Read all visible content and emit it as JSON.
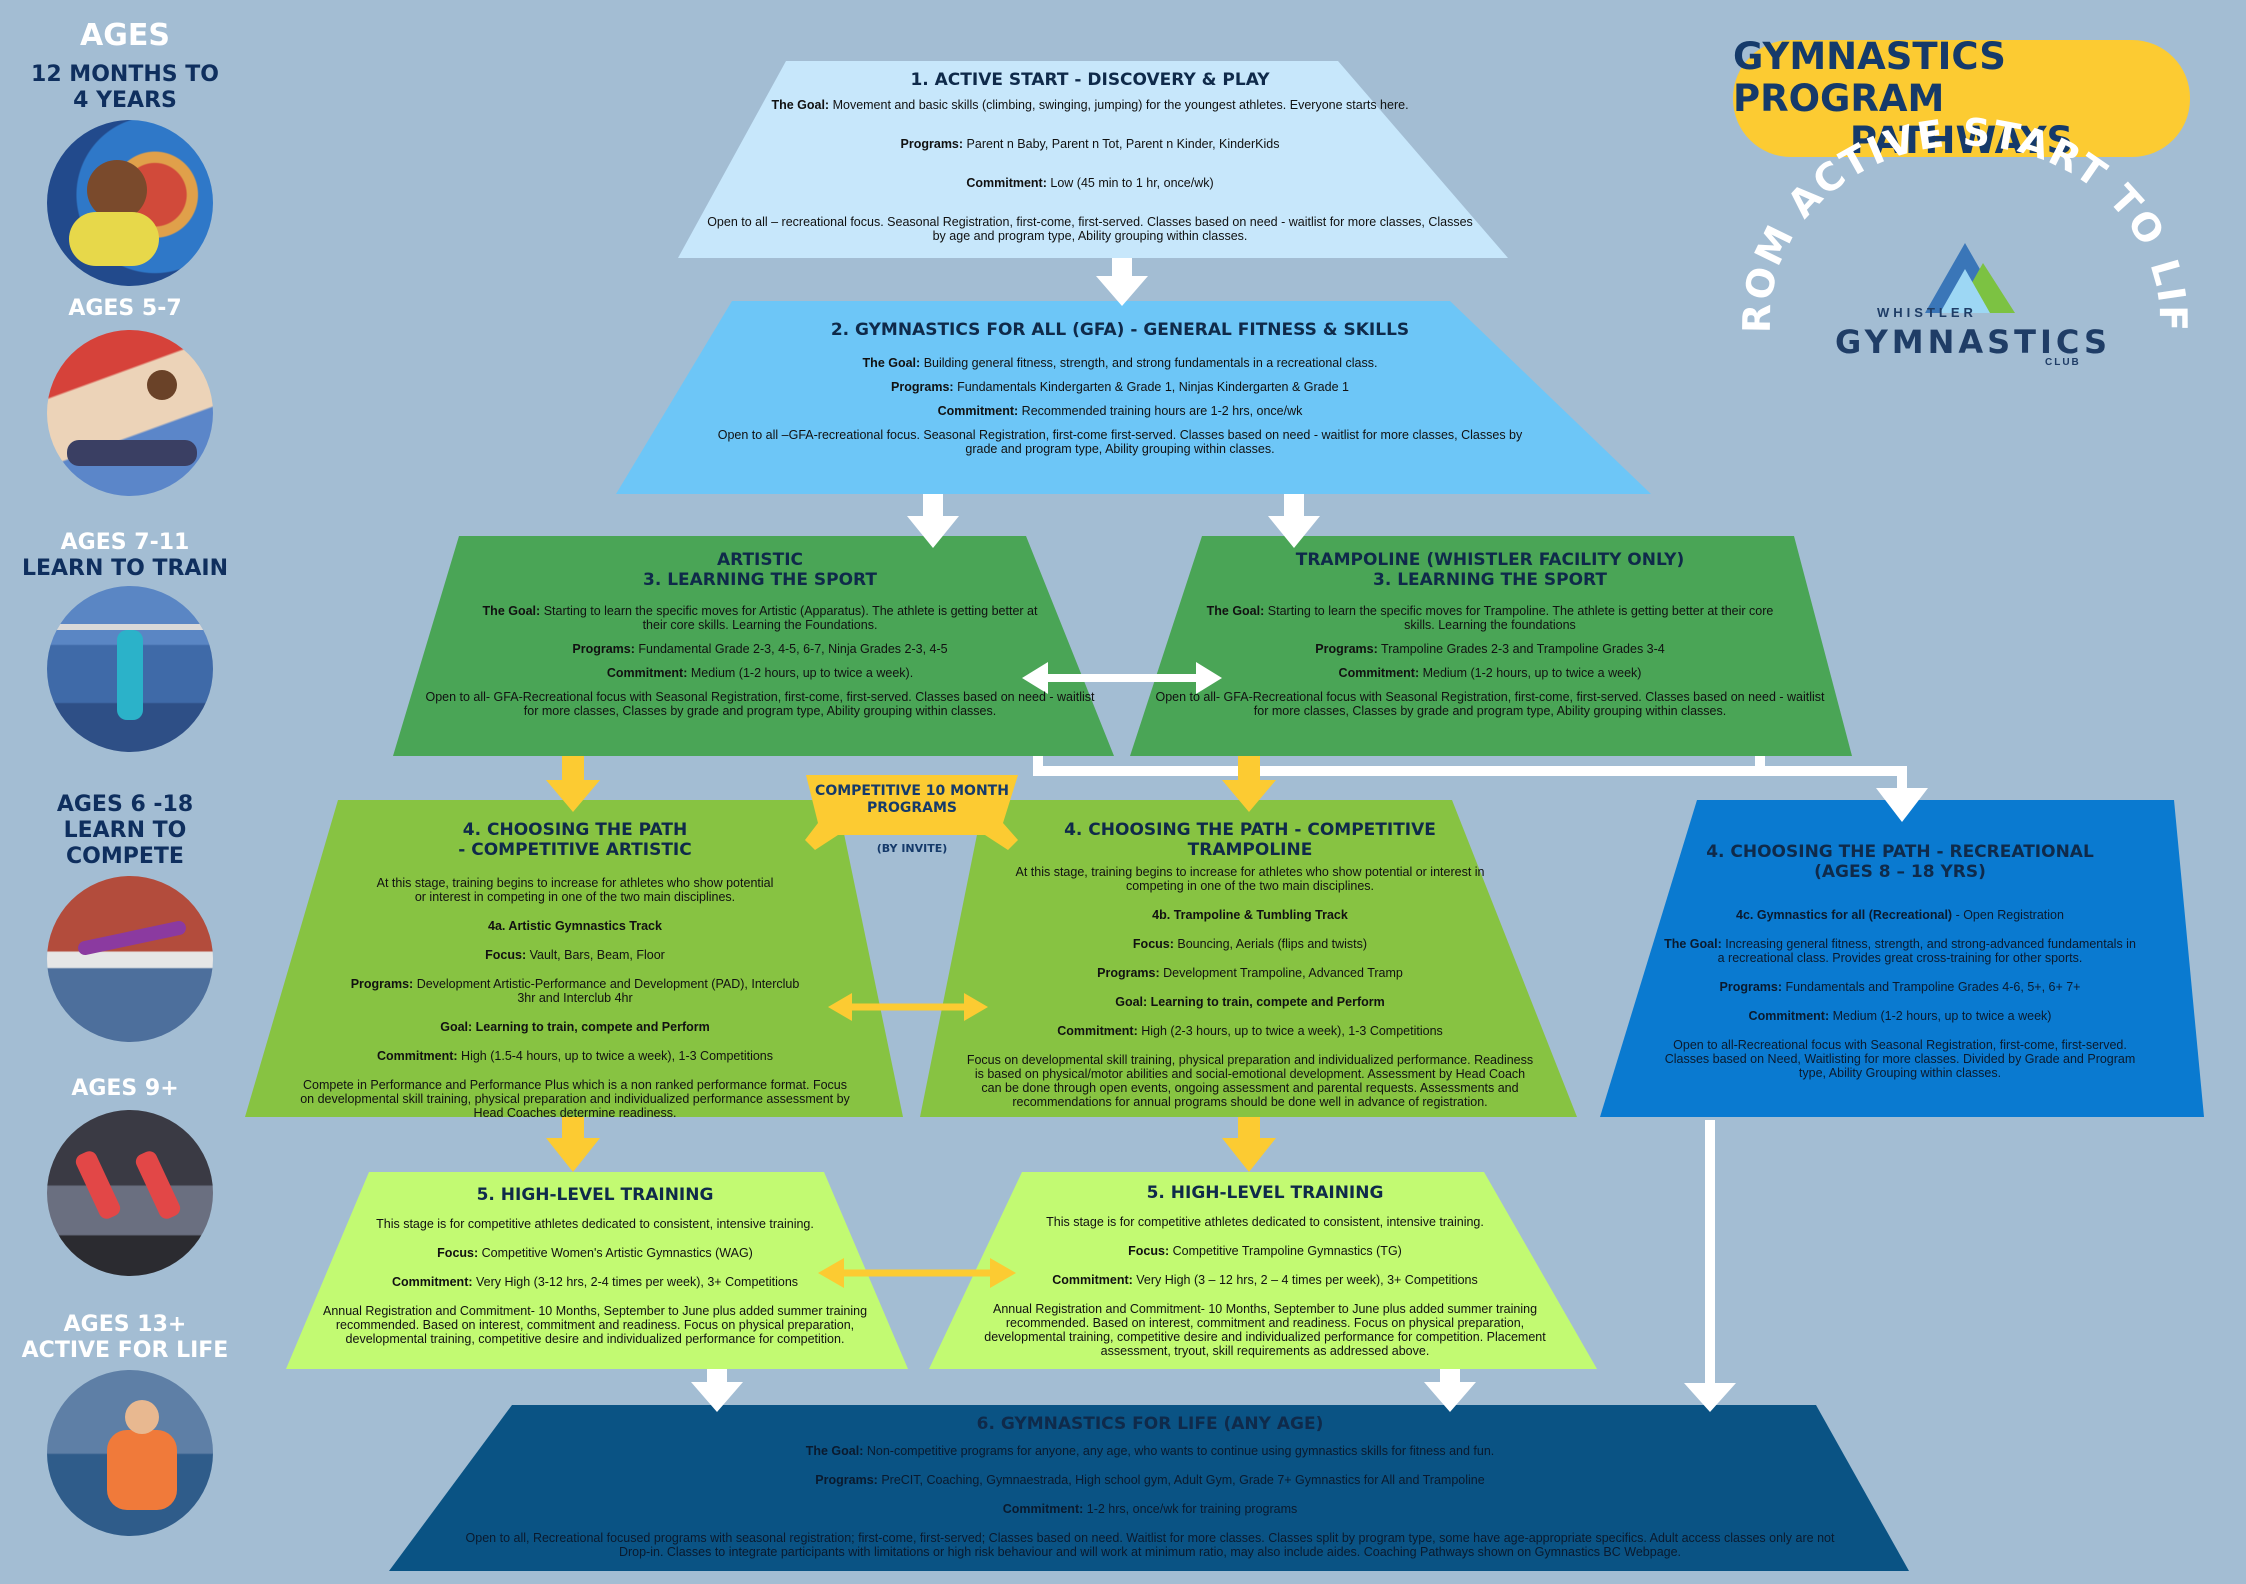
{
  "header": {
    "title_line1": "GYMNASTICS PROGRAM",
    "title_line2": "PATHWAYS",
    "arc_text": "FROM ACTIVE START TO LIFE"
  },
  "logo": {
    "small": "WHISTLER",
    "big": "GYMNASTICS",
    "sub": "CLUB"
  },
  "sidebar": {
    "heading": "AGES",
    "stages": [
      {
        "line1": "12 MONTHS TO",
        "line2": "4 YEARS",
        "photo": "toddler-in-tunnel"
      },
      {
        "line1": "AGES 5-7",
        "line2": "",
        "photo": "kids-stretching"
      },
      {
        "line1": "AGES 7-11",
        "line2": "LEARN TO TRAIN",
        "photo": "girl-on-bar"
      },
      {
        "line1": "AGES 6 -18",
        "line2": "LEARN TO",
        "line3": "COMPETE",
        "photo": "gymnast-leap"
      },
      {
        "line1": "AGES 9+",
        "line2": "",
        "photo": "trampoline-athletes"
      },
      {
        "line1": "AGES 13+",
        "line2": "ACTIVE FOR LIFE",
        "photo": "adults-class"
      }
    ]
  },
  "stage1": {
    "title": "1. ACTIVE START - DISCOVERY & PLAY",
    "goal_label": "The Goal:",
    "goal": "Movement and basic skills (climbing, swinging, jumping) for the youngest athletes. Everyone starts here.",
    "programs_label": "Programs:",
    "programs": "Parent n Baby, Parent n Tot, Parent n Kinder, KinderKids",
    "commitment_label": "Commitment:",
    "commitment": "Low (45 min to 1 hr, once/wk)",
    "notes": "Open to all – recreational focus. Seasonal Registration, first-come, first-served. Classes based on need - waitlist for more classes, Classes by age and program type, Ability grouping within classes."
  },
  "stage2": {
    "title": "2. GYMNASTICS FOR ALL (GFA) - GENERAL FITNESS & SKILLS",
    "goal_label": "The Goal:",
    "goal": "Building general fitness, strength, and strong fundamentals in a recreational class.",
    "programs_label": "Programs:",
    "programs": "Fundamentals Kindergarten & Grade 1, Ninjas Kindergarten & Grade 1",
    "commitment_label": "Commitment:",
    "commitment": "Recommended training hours are 1-2 hrs, once/wk",
    "notes": "Open to all –GFA-recreational focus. Seasonal Registration, first-come first-served. Classes based on need - waitlist for more classes, Classes by grade and program type, Ability grouping within classes."
  },
  "stage3a": {
    "title_line1": "ARTISTIC",
    "title_line2": "3. LEARNING THE SPORT",
    "goal_label": "The Goal:",
    "goal": "Starting to learn the specific moves for Artistic (Apparatus). The athlete is getting better at their core skills. Learning the Foundations.",
    "programs_label": "Programs:",
    "programs": "Fundamental Grade 2-3, 4-5, 6-7, Ninja Grades 2-3, 4-5",
    "commitment_label": "Commitment:",
    "commitment": "Medium (1-2 hours, up to twice a week).",
    "notes": "Open to all- GFA-Recreational focus with Seasonal Registration, first-come, first-served. Classes based on need - waitlist for more classes, Classes by grade and program type, Ability grouping within classes."
  },
  "stage3b": {
    "title_line1": "TRAMPOLINE (WHISTLER FACILITY ONLY)",
    "title_line2": "3. LEARNING THE SPORT",
    "goal_label": "The Goal:",
    "goal": "Starting to learn the specific moves for Trampoline. The athlete is getting better at their core skills. Learning the foundations",
    "programs_label": "Programs:",
    "programs": "Trampoline Grades 2-3 and Trampoline Grades 3-4",
    "commitment_label": "Commitment:",
    "commitment": "Medium (1-2 hours, up to twice a week)",
    "notes": "Open to all- GFA-Recreational focus with Seasonal Registration, first-come, first-served. Classes based on need - waitlist for more classes, Classes by grade and program type, Ability grouping within classes."
  },
  "competitive_badge": {
    "line1": "COMPETITIVE 10 MONTH",
    "line2": "PROGRAMS",
    "sub": "(BY INVITE)"
  },
  "stage4a": {
    "title_line1": "4. CHOOSING THE PATH",
    "title_line2": "- COMPETITIVE ARTISTIC",
    "intro": "At this stage, training begins to increase for athletes who show potential or interest in competing in one of the two main disciplines.",
    "track": "4a. Artistic Gymnastics Track",
    "focus_label": "Focus:",
    "focus": "Vault, Bars, Beam, Floor",
    "programs_label": "Programs:",
    "programs": "Development Artistic-Performance and Development (PAD), Interclub 3hr and Interclub 4hr",
    "goal": "Goal: Learning to train, compete and Perform",
    "commitment_label": "Commitment:",
    "commitment": "High (1.5-4 hours, up to twice a week), 1-3 Competitions",
    "notes": "Compete in Performance and Performance Plus which is a non ranked performance format. Focus on developmental skill training, physical preparation and individualized performance assessment by Head Coaches determine readiness."
  },
  "stage4b": {
    "title_line1": "4. CHOOSING THE PATH - COMPETITIVE",
    "title_line2": "TRAMPOLINE",
    "intro": "At this stage, training begins to increase for athletes who show potential or interest in competing in one of the two main disciplines.",
    "track": "4b. Trampoline & Tumbling Track",
    "focus_label": "Focus:",
    "focus": "Bouncing, Aerials (flips and twists)",
    "programs_label": "Programs:",
    "programs": "Development Trampoline, Advanced Tramp",
    "goal": "Goal: Learning to train, compete and Perform",
    "commitment_label": "Commitment:",
    "commitment": "High (2-3 hours, up to twice a week), 1-3 Competitions",
    "notes": "Focus on developmental skill training, physical preparation and individualized performance. Readiness is based on physical/motor abilities and social-emotional development. Assessment by Head Coach can be done through open events, ongoing assessment and parental requests. Assessments and recommendations for annual programs should be done well in advance of registration."
  },
  "stage4c": {
    "title_line1": "4. CHOOSING THE PATH - RECREATIONAL",
    "title_line2": "(AGES 8 – 18 YRS)",
    "track": "4c. Gymnastics for all (Recreational)",
    "track_suffix": " - Open Registration",
    "goal_label": "The Goal:",
    "goal": "Increasing general fitness, strength, and strong-advanced fundamentals in a recreational class. Provides great cross-training for other sports.",
    "programs_label": "Programs:",
    "programs": "Fundamentals and Trampoline Grades 4-6, 5+, 6+ 7+",
    "commitment_label": "Commitment:",
    "commitment": "Medium (1-2 hours, up to twice a week)",
    "notes": "Open to all-Recreational focus with Seasonal Registration, first-come, first-served. Classes based on Need, Waitlisting for more classes. Divided by Grade and Program type, Ability Grouping within classes."
  },
  "stage5a": {
    "title": "5. HIGH-LEVEL TRAINING",
    "intro": "This stage is for competitive athletes dedicated to consistent, intensive training.",
    "focus_label": "Focus:",
    "focus": "Competitive Women's Artistic Gymnastics (WAG)",
    "commitment_label": "Commitment:",
    "commitment": "Very High (3-12 hrs, 2-4 times per week), 3+ Competitions",
    "notes": "Annual Registration and Commitment- 10 Months, September to June plus added summer training recommended. Based on interest, commitment and readiness. Focus on physical preparation, developmental training, competitive desire and individualized performance for competition."
  },
  "stage5b": {
    "title": "5. HIGH-LEVEL TRAINING",
    "intro": "This stage is for competitive athletes dedicated to consistent, intensive training.",
    "focus_label": "Focus:",
    "focus": "Competitive Trampoline Gymnastics (TG)",
    "commitment_label": "Commitment:",
    "commitment": "Very High (3 – 12 hrs, 2 – 4 times per week), 3+ Competitions",
    "notes": "Annual Registration and Commitment- 10 Months, September to June plus added summer training recommended. Based on interest, commitment and readiness. Focus on physical preparation, developmental training, competitive desire and individualized performance for competition. Placement assessment, tryout, skill requirements as addressed above."
  },
  "stage6": {
    "title": "6. GYMNASTICS FOR LIFE (ANY AGE)",
    "goal_label": "The Goal:",
    "goal": "Non-competitive programs for anyone, any age, who wants to continue using gymnastics skills for fitness and fun.",
    "programs_label": "Programs:",
    "programs": "PreCIT, Coaching, Gymnaestrada, High school gym, Adult Gym, Grade 7+ Gymnastics for All and Trampoline",
    "commitment_label": "Commitment:",
    "commitment": "1-2 hrs, once/wk for training programs",
    "notes": "Open to all, Recreational focused programs with seasonal registration; first-come, first-served; Classes based on need. Waitlist for more classes. Classes split by program type, some have age-appropriate specifics. Adult access classes only are not Drop-in. Classes to integrate participants with limitations or high risk behaviour and will work at minimum ratio, may also include aides. Coaching Pathways shown on Gymnastics BC Webpage."
  },
  "colors": {
    "bg": "#a3bdd3",
    "stage1": "#c7e7fb",
    "stage2": "#6dc6f7",
    "stage3": "#4aa556",
    "stage4": "#87c342",
    "stage4c": "#0a7ad0",
    "stage5": "#c2fa72",
    "stage6": "#0a5384",
    "accent_yellow": "#fccb32",
    "title_navy": "#153a6a"
  }
}
